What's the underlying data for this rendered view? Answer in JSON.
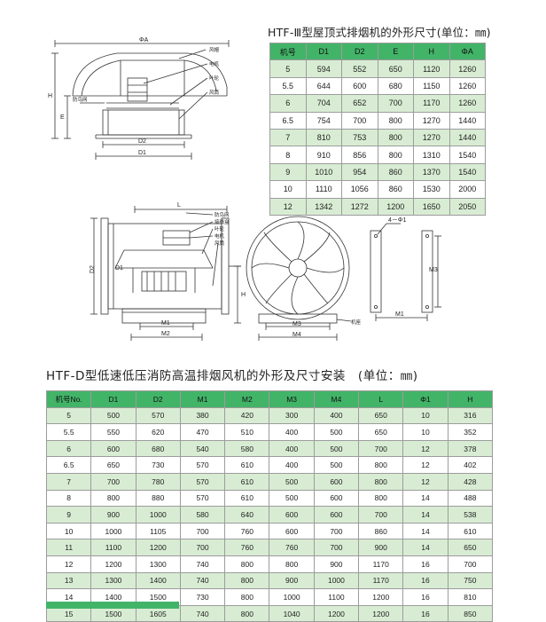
{
  "table1": {
    "title": "HTF-Ⅲ型屋顶式排烟机的外形尺寸(单位：㎜)",
    "headers": [
      "机号",
      "D1",
      "D2",
      "E",
      "H",
      "ΦA"
    ],
    "rows": [
      [
        "5",
        "594",
        "552",
        "650",
        "1120",
        "1260"
      ],
      [
        "5.5",
        "644",
        "600",
        "680",
        "1150",
        "1260"
      ],
      [
        "6",
        "704",
        "652",
        "700",
        "1170",
        "1260"
      ],
      [
        "6.5",
        "754",
        "700",
        "800",
        "1270",
        "1440"
      ],
      [
        "7",
        "810",
        "753",
        "800",
        "1270",
        "1440"
      ],
      [
        "8",
        "910",
        "856",
        "800",
        "1310",
        "1540"
      ],
      [
        "9",
        "1010",
        "954",
        "860",
        "1370",
        "1540"
      ],
      [
        "10",
        "1110",
        "1056",
        "860",
        "1530",
        "2000"
      ],
      [
        "12",
        "1342",
        "1272",
        "1200",
        "1650",
        "2050"
      ]
    ]
  },
  "table2": {
    "title": "HTF-D型低速低压消防高温排烟风机的外形及尺寸安装　(单位：㎜)",
    "headers": [
      "机号No.",
      "D1",
      "D2",
      "M1",
      "M2",
      "M3",
      "M4",
      "L",
      "Φ1",
      "H"
    ],
    "rows": [
      [
        "5",
        "500",
        "570",
        "380",
        "420",
        "300",
        "400",
        "650",
        "10",
        "316"
      ],
      [
        "5.5",
        "550",
        "620",
        "470",
        "510",
        "400",
        "500",
        "650",
        "10",
        "352"
      ],
      [
        "6",
        "600",
        "680",
        "540",
        "580",
        "400",
        "500",
        "700",
        "12",
        "378"
      ],
      [
        "6.5",
        "650",
        "730",
        "570",
        "610",
        "400",
        "500",
        "800",
        "12",
        "402"
      ],
      [
        "7",
        "700",
        "780",
        "570",
        "610",
        "500",
        "600",
        "800",
        "12",
        "428"
      ],
      [
        "8",
        "800",
        "880",
        "570",
        "610",
        "500",
        "600",
        "800",
        "14",
        "488"
      ],
      [
        "9",
        "900",
        "1000",
        "580",
        "640",
        "600",
        "600",
        "700",
        "14",
        "538"
      ],
      [
        "10",
        "1000",
        "1105",
        "700",
        "760",
        "600",
        "700",
        "860",
        "14",
        "610"
      ],
      [
        "11",
        "1100",
        "1200",
        "700",
        "760",
        "760",
        "700",
        "900",
        "14",
        "650"
      ],
      [
        "12",
        "1200",
        "1300",
        "740",
        "800",
        "800",
        "900",
        "1170",
        "16",
        "700"
      ],
      [
        "13",
        "1300",
        "1400",
        "740",
        "800",
        "900",
        "1000",
        "1170",
        "16",
        "750"
      ],
      [
        "14",
        "1400",
        "1500",
        "730",
        "800",
        "1000",
        "1100",
        "1200",
        "16",
        "810"
      ],
      [
        "15",
        "1500",
        "1605",
        "740",
        "800",
        "1040",
        "1200",
        "1200",
        "16",
        "850"
      ]
    ]
  },
  "diagram1": {
    "dims": {
      "phiA": "ΦA",
      "h": "H",
      "e": "E",
      "d2": "D2",
      "d1": "D1"
    },
    "parts": {
      "fengmao": "风帽",
      "dianji": "电机",
      "yelun": "叶轮",
      "fengtong": "风筒",
      "fangyuwang": "防鸟网"
    }
  },
  "diagram2": {
    "dims": {
      "l": "L",
      "d2": "D2",
      "d1": "D1",
      "h": "H",
      "m1": "M1",
      "m2": "M2",
      "m3": "M3",
      "m4": "M4",
      "phi1": "4－Φ1"
    },
    "parts": {
      "fangyuwang": "防鸟网",
      "jixiang": "接线盒",
      "yelun": "叶轮",
      "dianji": "电机",
      "fengtong": "风筒",
      "dizuo": "机座"
    }
  }
}
